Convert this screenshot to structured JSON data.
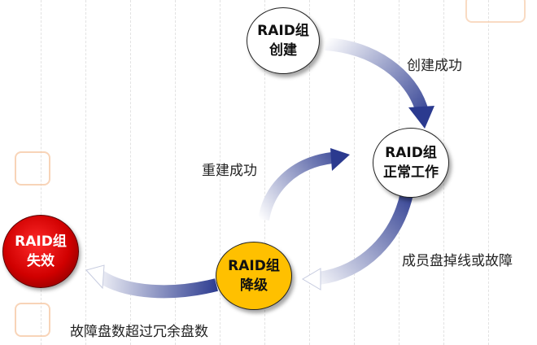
{
  "nodes": {
    "create": {
      "line1": "RAID组",
      "line2": "创建"
    },
    "normal": {
      "line1": "RAID组",
      "line2": "正常工作"
    },
    "degraded": {
      "line1": "RAID组",
      "line2": "降级"
    },
    "failed": {
      "line1": "RAID组",
      "line2": "失效"
    }
  },
  "edges": {
    "create_success": "创建成功",
    "rebuild_success": "重建成功",
    "disk_offline": "成员盘掉线或故障",
    "exceed_redundancy": "故障盘数超过冗余盘数"
  },
  "colors": {
    "arrow_dark": "#2b3a8f",
    "degraded_fill": "#ffc000",
    "failed_fill": "#d00000"
  }
}
